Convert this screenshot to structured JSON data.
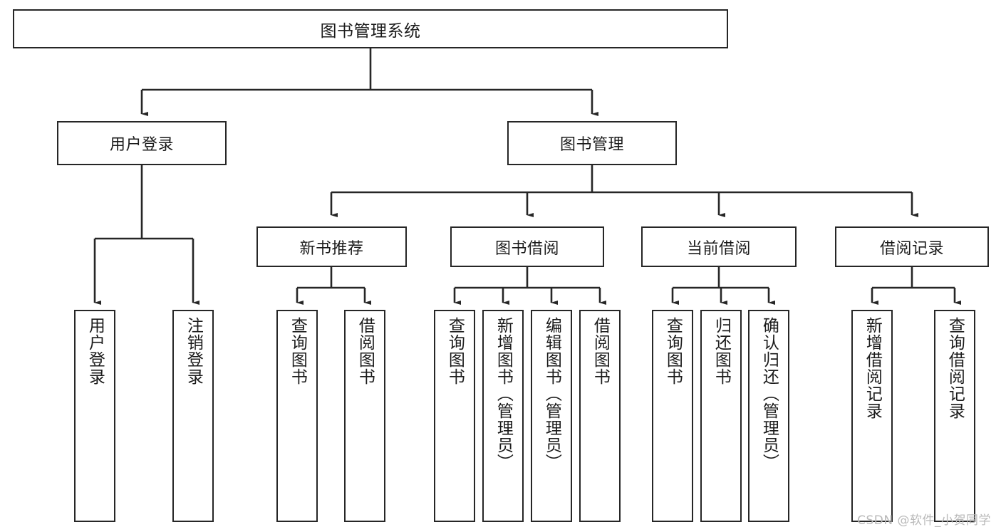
{
  "diagram": {
    "type": "tree",
    "orientation": "top-down",
    "root": {
      "label": "图书管理系统"
    },
    "level2": [
      {
        "label": "用户登录"
      },
      {
        "label": "图书管理"
      }
    ],
    "level3": [
      {
        "label": "新书推荐"
      },
      {
        "label": "图书借阅"
      },
      {
        "label": "当前借阅"
      },
      {
        "label": "借阅记录"
      }
    ],
    "leaves": {
      "user_login": [
        {
          "label": "用户登录"
        },
        {
          "label": "注销登录"
        }
      ],
      "new_book_recommend": [
        {
          "label": "查询图书"
        },
        {
          "label": "借阅图书"
        }
      ],
      "book_borrow": [
        {
          "label": "查询图书"
        },
        {
          "label": "新增图书（管理员）"
        },
        {
          "label": "编辑图书（管理员）"
        },
        {
          "label": "借阅图书"
        }
      ],
      "current_borrow": [
        {
          "label": "查询图书"
        },
        {
          "label": "归还图书"
        },
        {
          "label": "确认归还（管理员）"
        }
      ],
      "borrow_record": [
        {
          "label": "新增借阅记录"
        },
        {
          "label": "查询借阅记录"
        }
      ]
    }
  },
  "watermark": {
    "text": "CSDN @软件_小贺同学"
  },
  "colors": {
    "stroke": "#262626",
    "text": "#1b1b1b",
    "background": "#ffffff",
    "watermark": "#b9b9b9"
  }
}
